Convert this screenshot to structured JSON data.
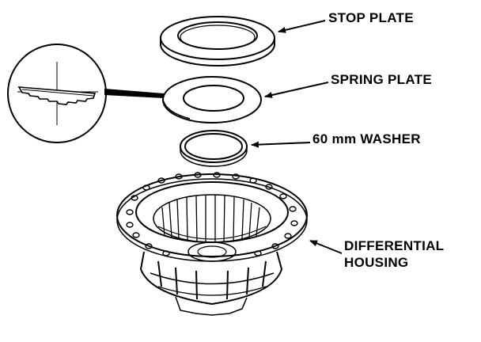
{
  "labels": {
    "stop_plate": "STOP PLATE",
    "spring_plate": "SPRING PLATE",
    "washer": "60 mm WASHER",
    "housing_line1": "DIFFERENTIAL",
    "housing_line2": "HOUSING"
  },
  "colors": {
    "ink": "#000000",
    "background": "#ffffff"
  }
}
